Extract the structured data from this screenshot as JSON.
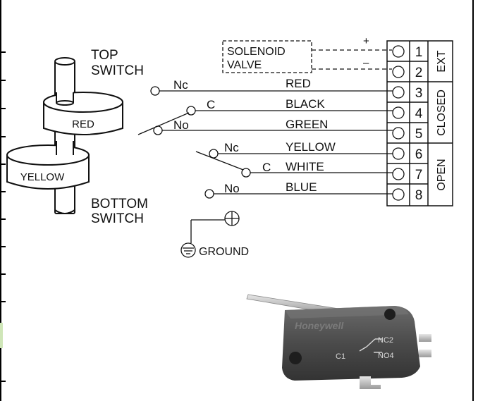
{
  "switches": {
    "top": {
      "line1": "TOP",
      "line2": "SWITCH",
      "collar": "RED"
    },
    "bottom": {
      "line1": "BOTTOM",
      "line2": "SWITCH",
      "collar": "YELLOW"
    }
  },
  "contacts": {
    "nc": "Nc",
    "c": "C",
    "no": "No"
  },
  "solenoid": {
    "line1": "SOLENOID",
    "line2": "VALVE",
    "plus": "+",
    "minus": "–"
  },
  "wires": [
    "RED",
    "BLACK",
    "GREEN",
    "YELLOW",
    "WHITE",
    "BLUE"
  ],
  "terminals": [
    "1",
    "2",
    "3",
    "4",
    "5",
    "6",
    "7",
    "8"
  ],
  "groups": {
    "ext": "EXT",
    "closed": "CLOSED",
    "open": "OPEN"
  },
  "ground": "GROUND",
  "photo": {
    "brand": "Honeywell",
    "nc": "NC2",
    "no": "NO4",
    "c": "C1"
  },
  "colors": {
    "line": "#111111",
    "switch_body": "#4a4a4a",
    "terminal_metal": "#c9c9c9"
  }
}
